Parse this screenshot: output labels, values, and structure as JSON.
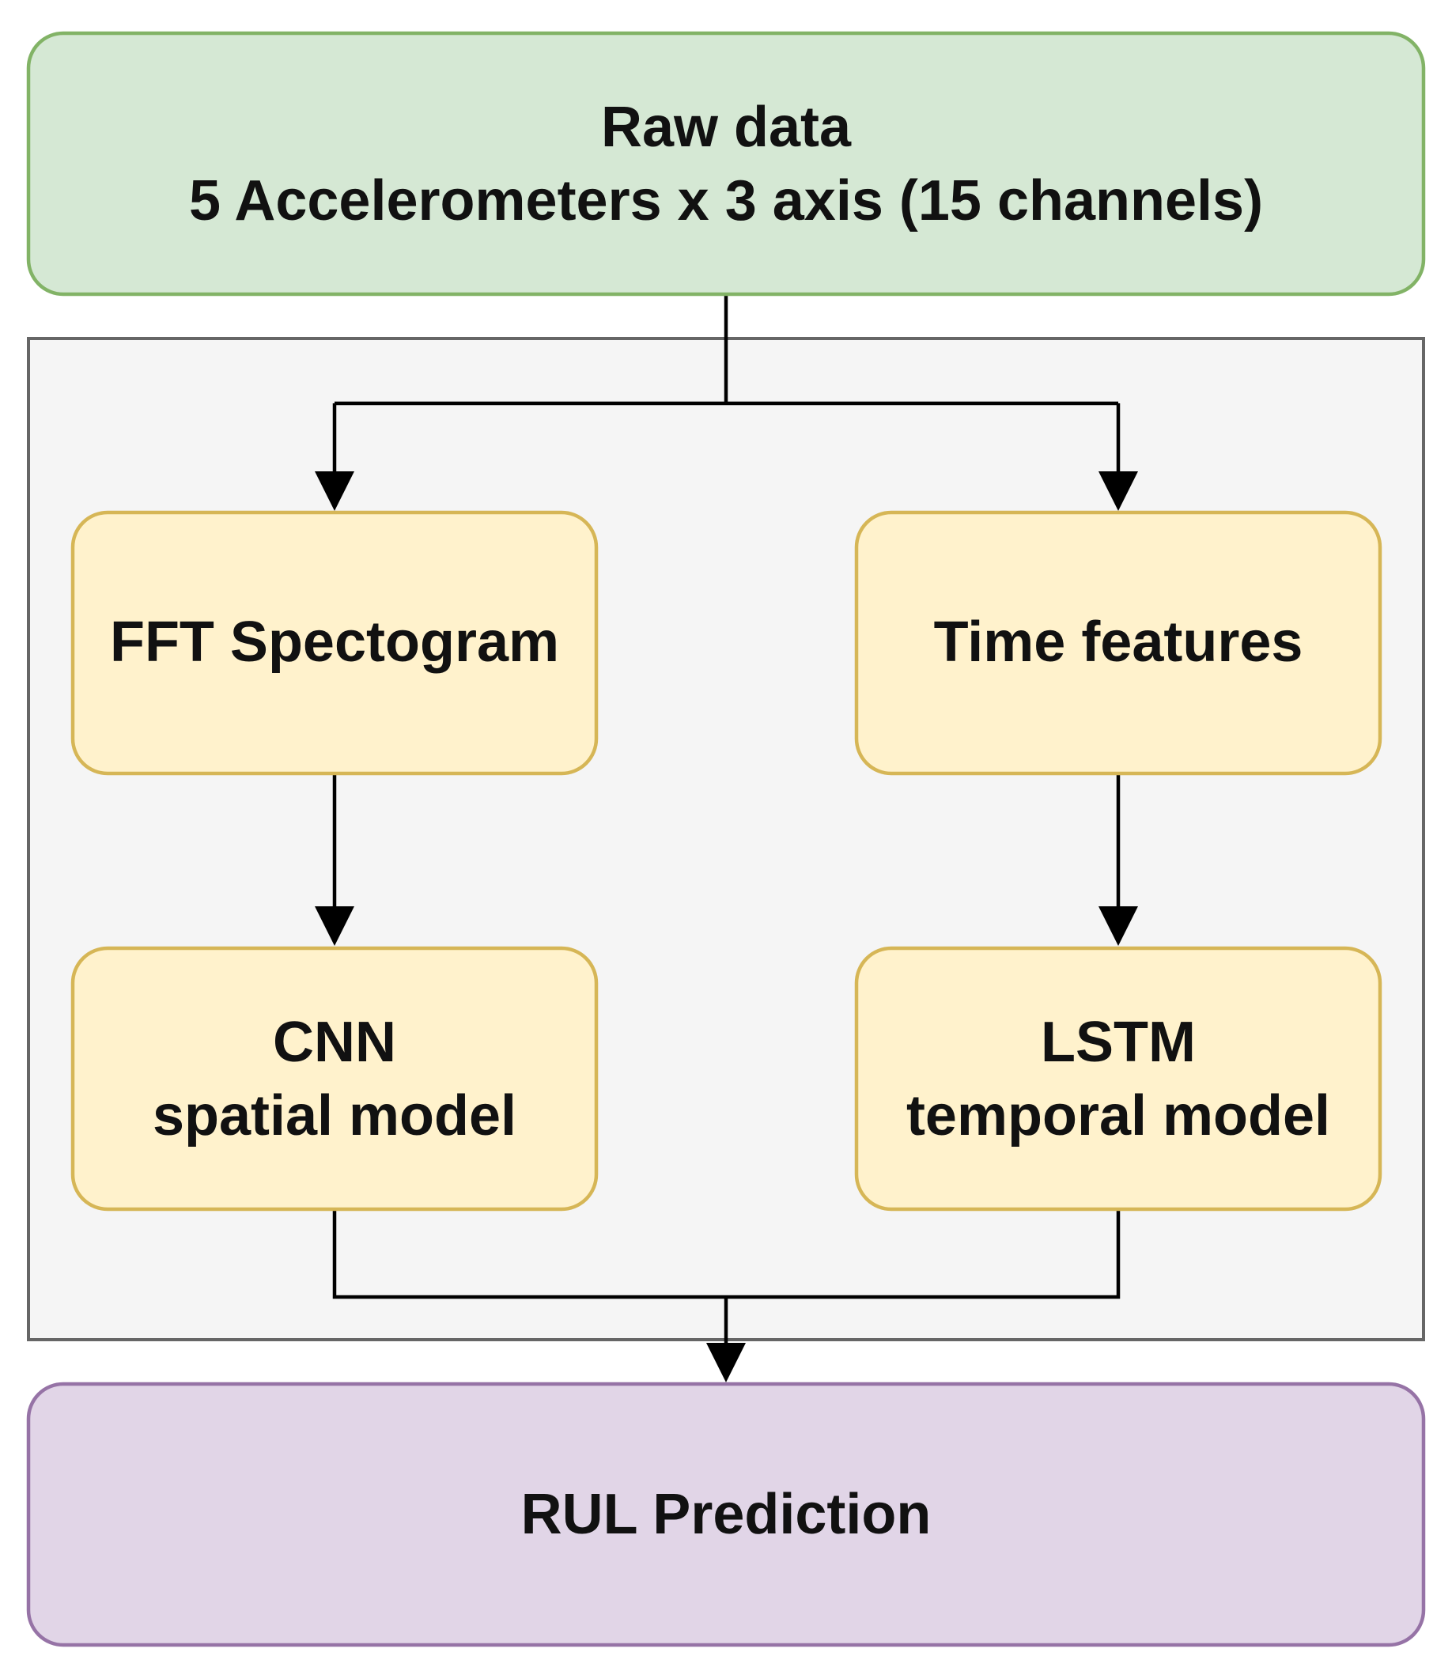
{
  "nodes": {
    "raw_data": {
      "line1": "Raw data",
      "line2": "5 Accelerometers x 3 axis (15 channels)"
    },
    "fft": {
      "line1": "FFT Spectogram"
    },
    "time_features": {
      "line1": "Time features"
    },
    "cnn": {
      "line1": "CNN",
      "line2": "spatial model"
    },
    "lstm": {
      "line1": "LSTM",
      "line2": "temporal model"
    },
    "rul": {
      "line1": "RUL Prediction"
    }
  },
  "colors": {
    "raw_fill": "#d5e8d4",
    "raw_stroke": "#82b366",
    "process_fill": "#fff2cc",
    "process_stroke": "#d6b656",
    "output_fill": "#e1d5e7",
    "output_stroke": "#9673a6",
    "container_fill": "#f5f5f5",
    "container_stroke": "#666666",
    "edge": "#000000"
  }
}
